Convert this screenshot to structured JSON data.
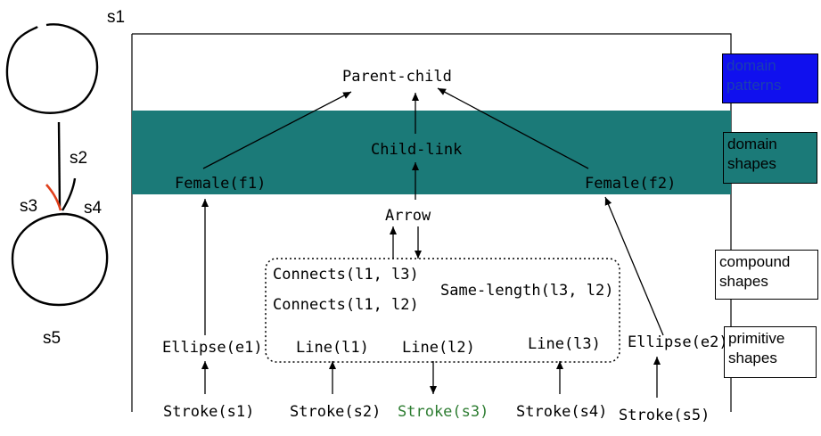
{
  "sketch": {
    "s1": "s1",
    "s2": "s2",
    "s3": "s3",
    "s4": "s4",
    "s5": "s5"
  },
  "nodes": {
    "parent_child": "Parent-child",
    "child_link": "Child-link",
    "female_f1": "Female(f1)",
    "female_f2": "Female(f2)",
    "arrow": "Arrow",
    "connects_l1_l3": "Connects(l1, l3)",
    "connects_l1_l2": "Connects(l1, l2)",
    "same_length": "Same-length(l3, l2)",
    "ellipse_e1": "Ellipse(e1)",
    "ellipse_e2": "Ellipse(e2)",
    "line_l1": "Line(l1)",
    "line_l2": "Line(l2)",
    "line_l3": "Line(l3)",
    "stroke_s1": "Stroke(s1)",
    "stroke_s2": "Stroke(s2)",
    "stroke_s3": "Stroke(s3)",
    "stroke_s4": "Stroke(s4)",
    "stroke_s5": "Stroke(s5)"
  },
  "legend": {
    "domain_patterns": "domain patterns",
    "domain_shapes": "domain shapes",
    "compound_shapes": "compound shapes",
    "primitive_shapes": "primitive shapes"
  },
  "colors": {
    "domain_band": "#1b7a78",
    "domain_patterns_box": "#1010ee",
    "domain_patterns_text": "#1a3fb0",
    "stroke_s3_text": "#2e7d32",
    "s3_stroke": "#e0401c"
  }
}
